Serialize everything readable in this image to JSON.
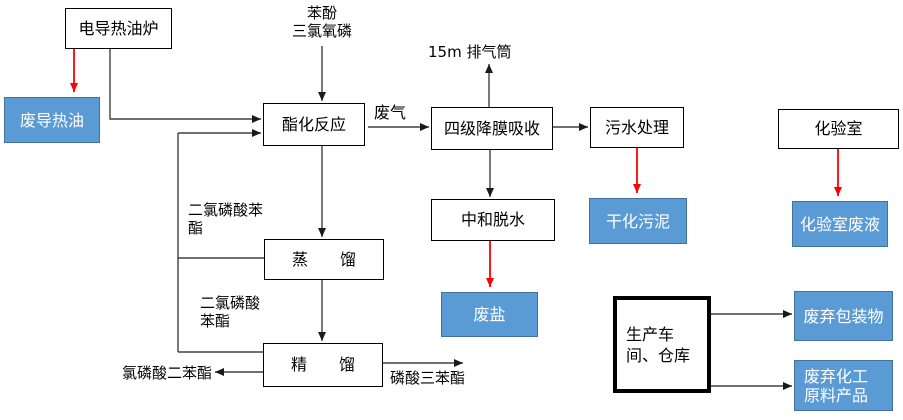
{
  "process": {
    "oil_furnace": "电导热油炉",
    "esterification": "酯化反应",
    "absorption": "四级降膜吸收",
    "sewage": "污水处理",
    "lab": "化验室",
    "neutralize": "中和脱水",
    "distillation": "蒸馏",
    "rectification": "精馏",
    "workshop": "生产车间、仓库"
  },
  "waste": {
    "heat_oil": "废导热油",
    "sludge": "干化污泥",
    "lab_liquid": "化验室废液",
    "salt": "废盐",
    "packaging": "废弃包装物",
    "chem_materials": "废弃化工原料产品"
  },
  "labels": {
    "feed": "苯酚\n三氯氧磷",
    "stack": "15m 排气筒",
    "waste_gas": "废气",
    "intermediate1": "二氯磷酸苯酯",
    "intermediate2": "二氯磷酸苯酯",
    "product_left": "氯磷酸二苯酯",
    "product_right": "磷酸三苯酯"
  },
  "colors": {
    "waste_fill": "#5B9BD5",
    "waste_border": "#41719C",
    "red_arrow": "#FF0000",
    "connector": "#404040"
  }
}
